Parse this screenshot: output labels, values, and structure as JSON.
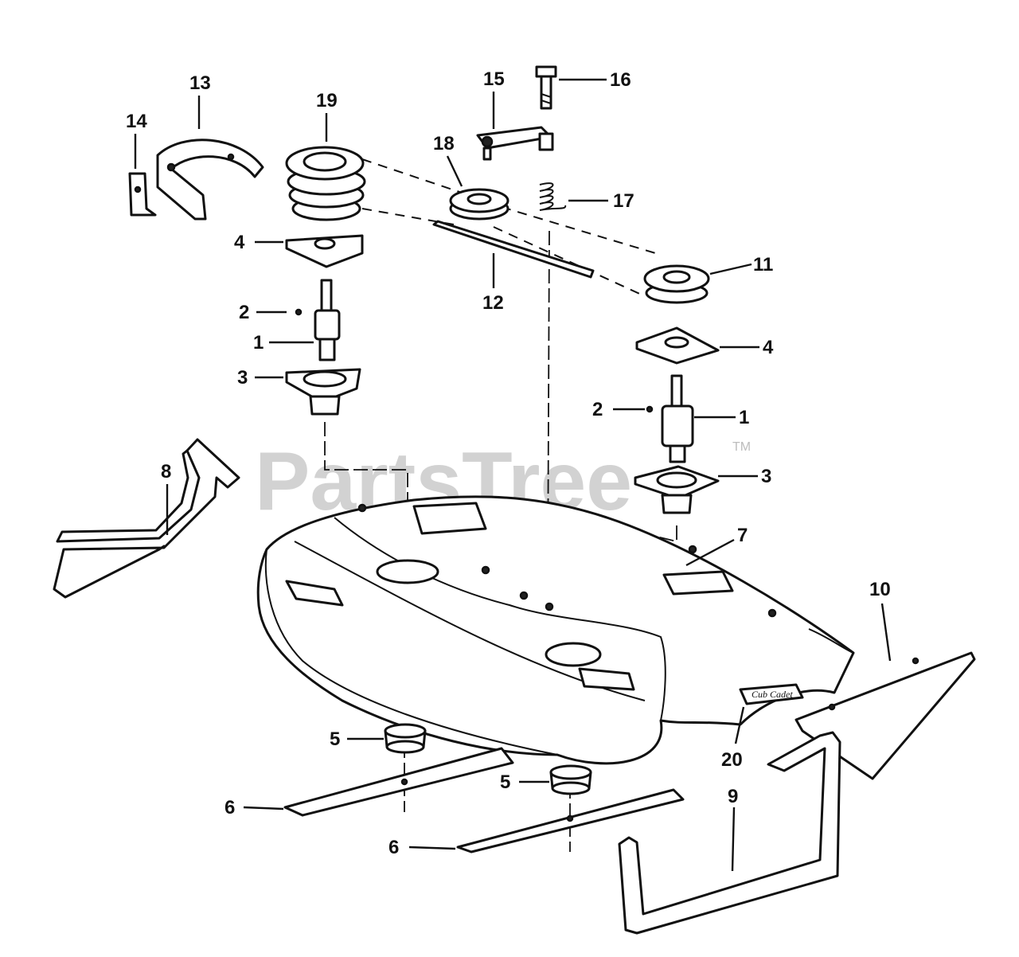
{
  "watermark": {
    "text": "PartsTree",
    "tm": "TM"
  },
  "decal_text": "Cub Cadet",
  "callouts": [
    {
      "id": "c13",
      "text": "13"
    },
    {
      "id": "c14",
      "text": "14"
    },
    {
      "id": "c19",
      "text": "19"
    },
    {
      "id": "c15",
      "text": "15"
    },
    {
      "id": "c16",
      "text": "16"
    },
    {
      "id": "c18",
      "text": "18"
    },
    {
      "id": "c17",
      "text": "17"
    },
    {
      "id": "c4a",
      "text": "4"
    },
    {
      "id": "c11",
      "text": "11"
    },
    {
      "id": "c12",
      "text": "12"
    },
    {
      "id": "c2a",
      "text": "2"
    },
    {
      "id": "c1a",
      "text": "1"
    },
    {
      "id": "c4b",
      "text": "4"
    },
    {
      "id": "c3a",
      "text": "3"
    },
    {
      "id": "c2b",
      "text": "2"
    },
    {
      "id": "c1b",
      "text": "1"
    },
    {
      "id": "c8",
      "text": "8"
    },
    {
      "id": "c3b",
      "text": "3"
    },
    {
      "id": "c7",
      "text": "7"
    },
    {
      "id": "c10",
      "text": "10"
    },
    {
      "id": "c5a",
      "text": "5"
    },
    {
      "id": "c20",
      "text": "20"
    },
    {
      "id": "c5b",
      "text": "5"
    },
    {
      "id": "c6a",
      "text": "6"
    },
    {
      "id": "c9",
      "text": "9"
    },
    {
      "id": "c6b",
      "text": "6"
    }
  ]
}
